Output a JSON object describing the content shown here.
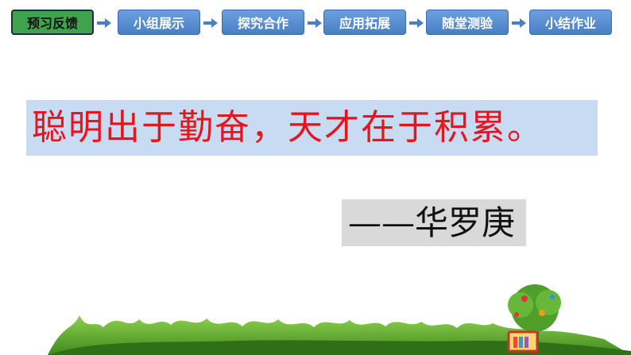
{
  "nav": {
    "steps": [
      {
        "label": "预习反馈",
        "active": true
      },
      {
        "label": "小组展示",
        "active": false
      },
      {
        "label": "探究合作",
        "active": false
      },
      {
        "label": "应用拓展",
        "active": false
      },
      {
        "label": "随堂测验",
        "active": false
      },
      {
        "label": "小结作业",
        "active": false
      }
    ]
  },
  "quote": {
    "text": "聪明出于勤奋，天才在于积累。",
    "author": "——华罗庚"
  },
  "colors": {
    "active_step": "#3fa34d",
    "step": "#5b8fd6",
    "quote_text": "#e8141b",
    "quote_bg": "#c7dcf3",
    "author_bg": "#d9d9d9"
  }
}
